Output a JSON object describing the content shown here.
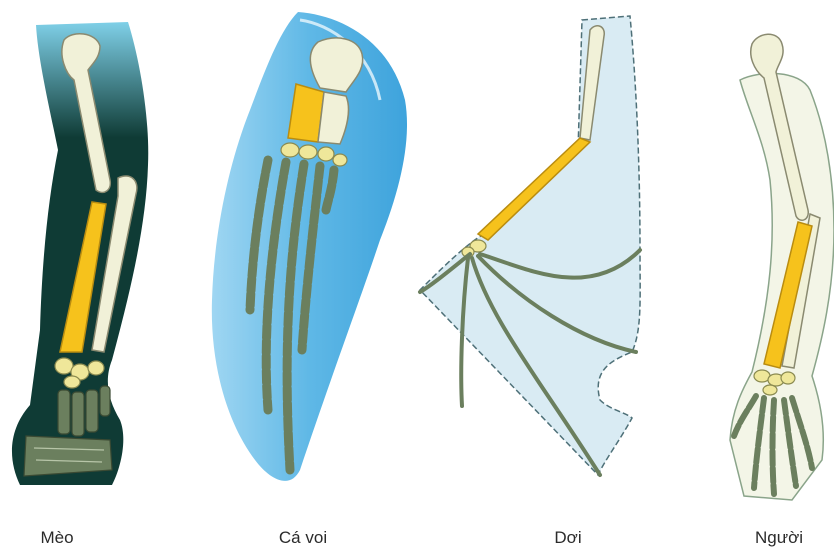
{
  "labels": {
    "cat": "Mèo",
    "whale": "Cá voi",
    "bat": "Dơi",
    "human": "Người"
  },
  "colors": {
    "upper_arm_bone": "#f1f1d8",
    "forearm_highlight": "#f6c21c",
    "wrist_bones": "#efe79a",
    "finger_bones": "#6b7f5e",
    "cat_body": "#0f3b35",
    "whale_body": "#5fb8e6",
    "bat_membrane": "#d9ebf3",
    "human_skin": "#f3f5e7"
  }
}
